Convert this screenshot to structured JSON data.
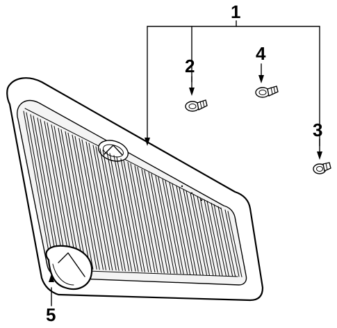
{
  "diagram": {
    "callouts": [
      {
        "id": "1",
        "label": "1"
      },
      {
        "id": "2",
        "label": "2"
      },
      {
        "id": "3",
        "label": "3"
      },
      {
        "id": "4",
        "label": "4"
      },
      {
        "id": "5",
        "label": "5"
      }
    ],
    "parts": [
      {
        "callout": "1",
        "icon": "grille-icon"
      },
      {
        "callout": "2",
        "icon": "clip-icon"
      },
      {
        "callout": "3",
        "icon": "clip-icon"
      },
      {
        "callout": "4",
        "icon": "clip-icon"
      },
      {
        "callout": "5",
        "icon": "emblem-icon"
      }
    ]
  }
}
